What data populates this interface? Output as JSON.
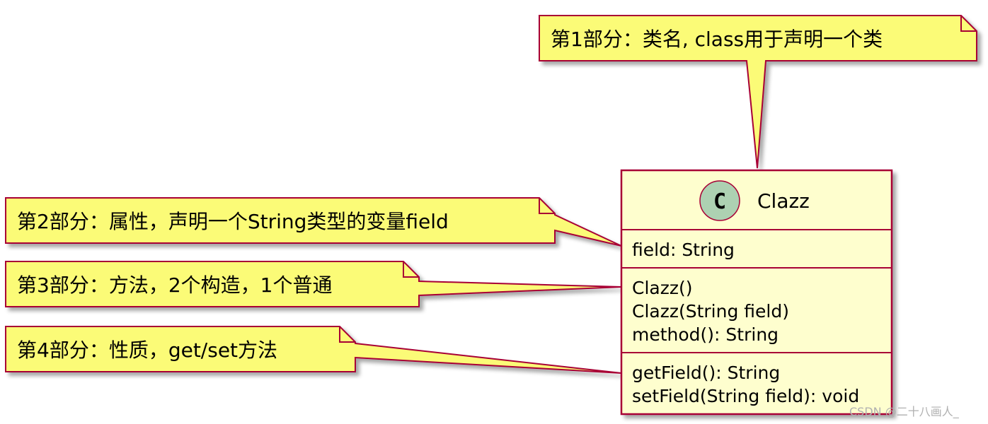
{
  "colors": {
    "note_fill": "#FBFB77",
    "note_stroke": "#A80036",
    "class_fill": "#FEFECE",
    "class_stroke": "#A80036",
    "stereotype_circle": "#ADD1B2",
    "shadow": "#C8C8C8"
  },
  "class": {
    "stereotype_letter": "C",
    "name": "Clazz",
    "fields": [
      "field: String"
    ],
    "methods_group1": [
      "Clazz()",
      "Clazz(String field)",
      "method(): String"
    ],
    "methods_group2": [
      "getField(): String",
      "setField(String field): void"
    ]
  },
  "notes": {
    "note1": "第1部分：类名, class用于声明一个类",
    "note2": "第2部分：属性，声明一个String类型的变量field",
    "note3": "第3部分：方法，2个构造，1个普通",
    "note4": "第4部分：性质，get/set方法"
  },
  "watermark": "CSDN @二十八画人_"
}
